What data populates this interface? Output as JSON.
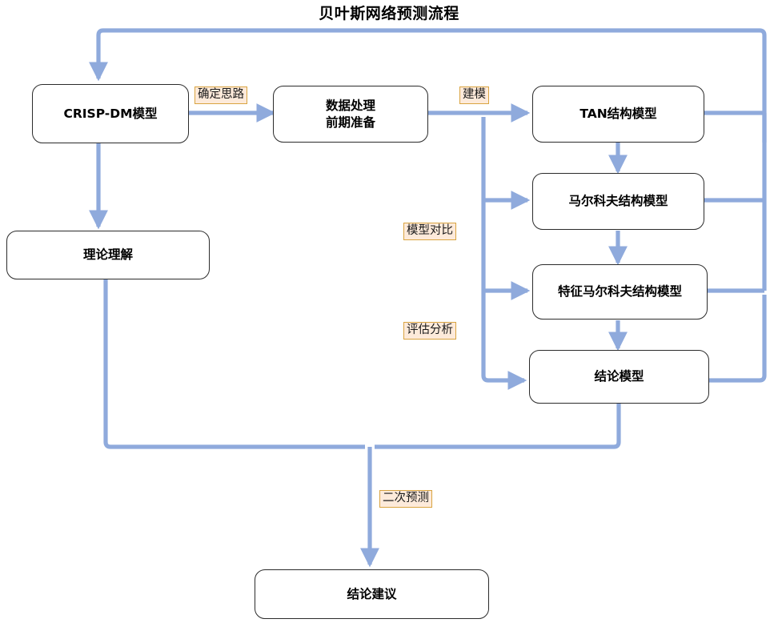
{
  "diagram": {
    "title": "贝叶斯网络预测流程",
    "colors": {
      "connector": "#8FAADC",
      "node_border": "#2b2b2b",
      "node_fill": "#ffffff",
      "label_fill": "#fdeada",
      "label_border": "#d9a441",
      "background": "#ffffff"
    },
    "nodes": [
      {
        "id": "crisp-dm",
        "label": "CRISP-DM模型"
      },
      {
        "id": "data-prep-line1",
        "label": "数据处理"
      },
      {
        "id": "data-prep-line2",
        "label": "前期准备"
      },
      {
        "id": "theory",
        "label": "理论理解"
      },
      {
        "id": "tan-structure",
        "label": "TAN结构模型"
      },
      {
        "id": "markov-structure",
        "label": "马尔科夫结构模型"
      },
      {
        "id": "feature-markov",
        "label": "特征马尔科夫结构模型"
      },
      {
        "id": "conclusion-model",
        "label": "结论模型"
      },
      {
        "id": "conclusion-advice",
        "label": "结论建议"
      }
    ],
    "edge_labels": [
      {
        "id": "confirm-approach",
        "label": "确定思路"
      },
      {
        "id": "modeling",
        "label": "建模"
      },
      {
        "id": "model-comparison",
        "label": "模型对比"
      },
      {
        "id": "evaluation",
        "label": "评估分析"
      },
      {
        "id": "second-prediction",
        "label": "二次预测"
      }
    ]
  }
}
